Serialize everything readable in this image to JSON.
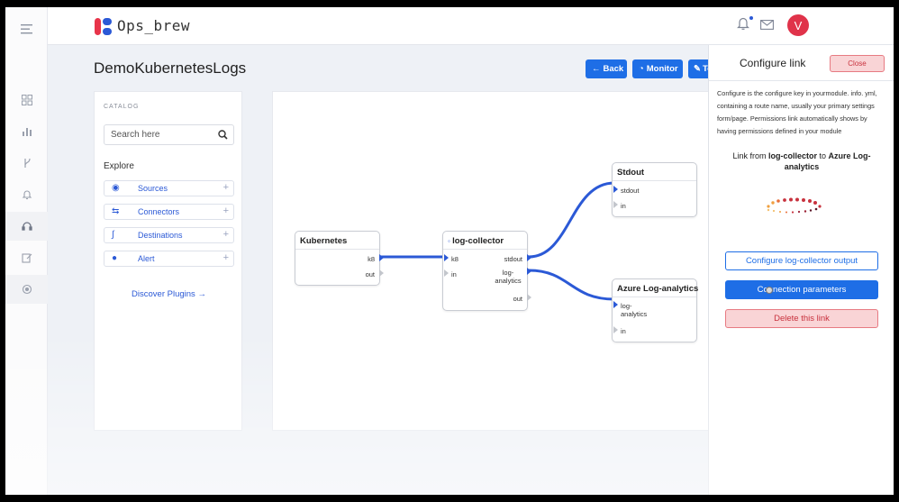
{
  "app": {
    "name": "Ops_brew",
    "avatar_letter": "V"
  },
  "page": {
    "title": "DemoKubernetesLogs"
  },
  "toolbar": {
    "back_label": "Back",
    "monitor_label": "Monitor",
    "third_label": "Te"
  },
  "catalog": {
    "heading": "CATALOG",
    "search_placeholder": "Search here",
    "explore_label": "Explore",
    "items": [
      {
        "label": "Sources",
        "icon": "source-icon"
      },
      {
        "label": "Connectors",
        "icon": "connector-icon"
      },
      {
        "label": "Destinations",
        "icon": "destination-icon"
      },
      {
        "label": "Alert",
        "icon": "alert-icon"
      }
    ],
    "discover_label": "Discover Plugins"
  },
  "graph": {
    "nodes": [
      {
        "title": "Kubernetes",
        "ports": [
          "k8",
          "out"
        ]
      },
      {
        "title": "log-collector",
        "ports": [
          "k8",
          "in",
          "stdout",
          "log-analytics",
          "out"
        ]
      },
      {
        "title": "Stdout",
        "ports": [
          "stdout",
          "in"
        ]
      },
      {
        "title": "Azure Log-analytics",
        "ports": [
          "log-analytics",
          "in"
        ]
      }
    ]
  },
  "panel": {
    "title": "Configure link",
    "close_label": "Close",
    "description": "Configure is the configure key in yourmodule. info. yml, containing a route name, usually your primary settings form/page. Permissions link automatically shows by having permissions defined in your module",
    "link_prefix": "Link from",
    "link_source": "log-collector",
    "link_to": "to",
    "link_target": "Azure Log-analytics",
    "configure_output_label": "Configure log-collector output",
    "connection_params_label": "Connection parameters",
    "delete_label": "Delete this link"
  },
  "colors": {
    "accent": "#1e6ee6",
    "danger_bg": "#f9d4d6",
    "danger_text": "#c8323e",
    "avatar": "#e0334a",
    "wire": "#2b59d6"
  }
}
